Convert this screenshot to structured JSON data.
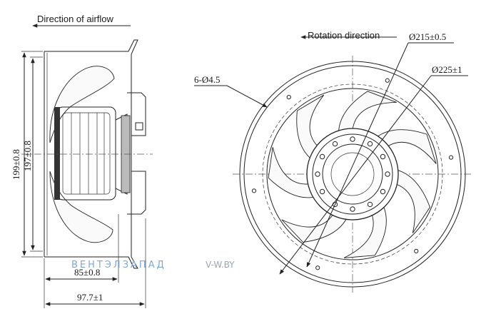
{
  "labels": {
    "airflow": "Direction of airflow",
    "rotation": "Rotation direction",
    "holes": "6-Ø4.5",
    "d215": "Ø215±0.5",
    "d225": "Ø225±1",
    "h199": "199±0.8",
    "h197": "197±0.8",
    "w85": "85±0.8",
    "w97": "97.7±1"
  },
  "watermark": {
    "brand": "ВЕНТЭЛЗАПАД",
    "site": "V-W.BY",
    "brand_color": "#7fa7d6",
    "site_color": "#9aa5b1"
  }
}
